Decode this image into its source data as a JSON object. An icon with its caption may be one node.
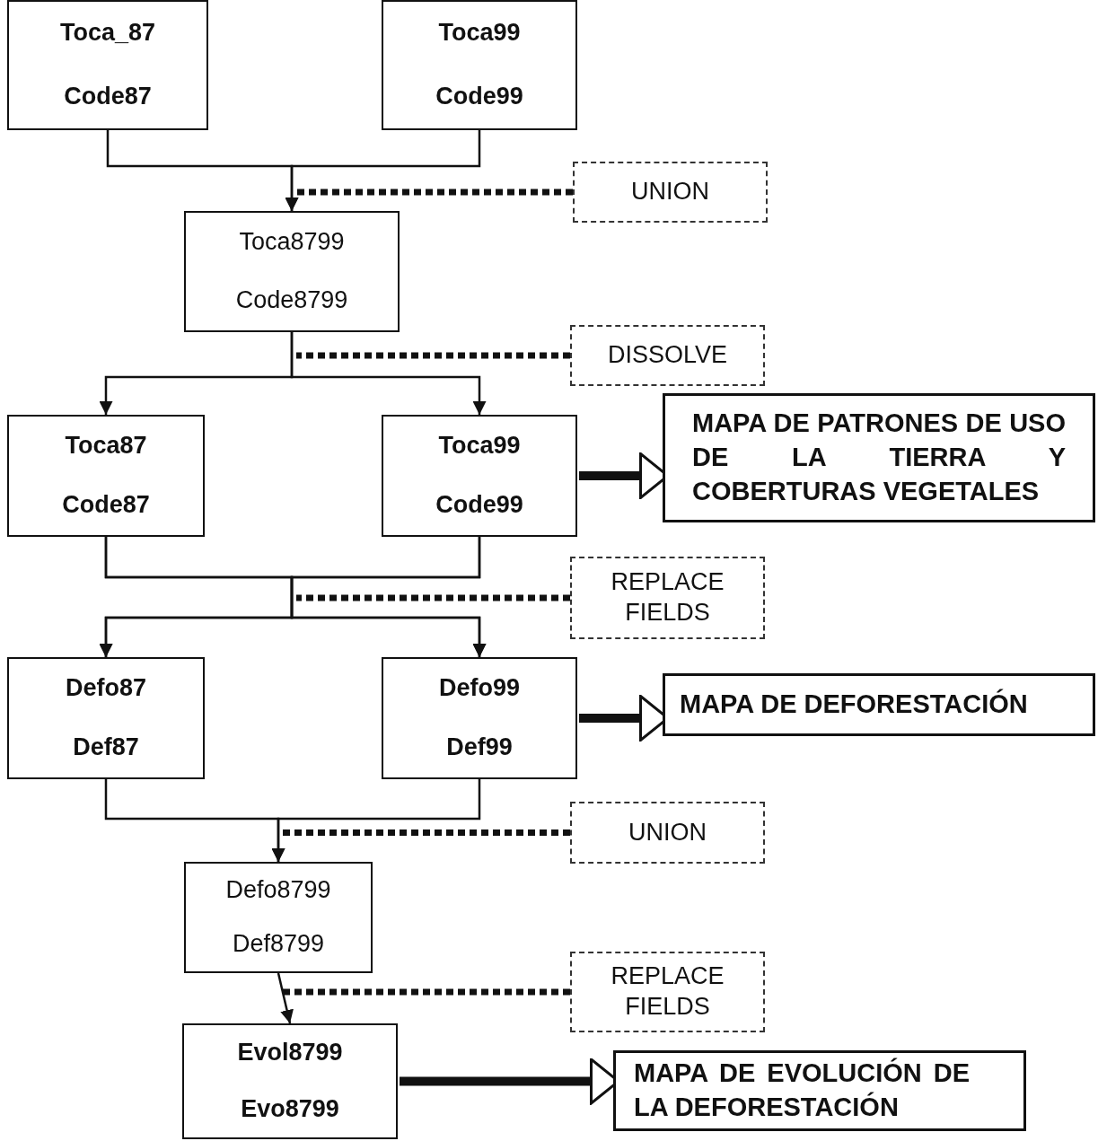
{
  "diagram": {
    "nodes": [
      {
        "text": [
          "Toca_87",
          "Code87"
        ]
      },
      {
        "text": [
          "Toca99",
          "Code99"
        ]
      },
      {
        "text": [
          "UNION"
        ]
      },
      {
        "text": [
          "Toca8799",
          "Code8799"
        ]
      },
      {
        "text": [
          "DISSOLVE"
        ]
      },
      {
        "text": [
          "Toca87",
          "Code87"
        ]
      },
      {
        "text": [
          "Toca99",
          "Code99"
        ]
      },
      {
        "text": [
          "MAPA DE PATRONES DE USO DE LA TIERRA Y COBERTURAS VEGETALES"
        ]
      },
      {
        "text": [
          "REPLACE FIELDS"
        ]
      },
      {
        "text": [
          "Defo87",
          "Def87"
        ]
      },
      {
        "text": [
          "Defo99",
          "Def99"
        ]
      },
      {
        "text": [
          "MAPA DE DEFORESTACIÓN"
        ]
      },
      {
        "text": [
          "UNION"
        ]
      },
      {
        "text": [
          "Defo8799",
          "Def8799"
        ]
      },
      {
        "text": [
          "REPLACE FIELDS"
        ]
      },
      {
        "text": [
          "Evol8799",
          "Evo8799"
        ]
      },
      {
        "text": [
          "MAPA DE EVOLUCIÓN DE LA DEFORESTACIÓN"
        ]
      }
    ],
    "edges": [
      {
        "from": 0,
        "to": 3,
        "arrow": "to"
      },
      {
        "from": 1,
        "to": 3,
        "arrow": "to"
      },
      {
        "from": 2,
        "to": null,
        "arrow": "none",
        "style": "dashed"
      },
      {
        "from": 3,
        "to": 5,
        "arrow": "to"
      },
      {
        "from": 3,
        "to": 6,
        "arrow": "to"
      },
      {
        "from": 4,
        "to": null,
        "arrow": "none",
        "style": "dashed"
      },
      {
        "from": 6,
        "to": 7,
        "arrow": "to",
        "style": "thick"
      },
      {
        "from": 5,
        "to": 9,
        "arrow": "to"
      },
      {
        "from": 5,
        "to": 10,
        "arrow": "to"
      },
      {
        "from": 6,
        "to": 9,
        "arrow": "to"
      },
      {
        "from": 6,
        "to": 10,
        "arrow": "to"
      },
      {
        "from": 8,
        "to": null,
        "arrow": "none",
        "style": "dashed"
      },
      {
        "from": 10,
        "to": 11,
        "arrow": "to",
        "style": "thick"
      },
      {
        "from": 9,
        "to": 13,
        "arrow": "to"
      },
      {
        "from": 10,
        "to": 13,
        "arrow": "to"
      },
      {
        "from": 12,
        "to": null,
        "arrow": "none",
        "style": "dashed"
      },
      {
        "from": 13,
        "to": 15,
        "arrow": "to"
      },
      {
        "from": 14,
        "to": null,
        "arrow": "none",
        "style": "dashed"
      },
      {
        "from": 15,
        "to": 16,
        "arrow": "to",
        "style": "thick"
      }
    ]
  }
}
